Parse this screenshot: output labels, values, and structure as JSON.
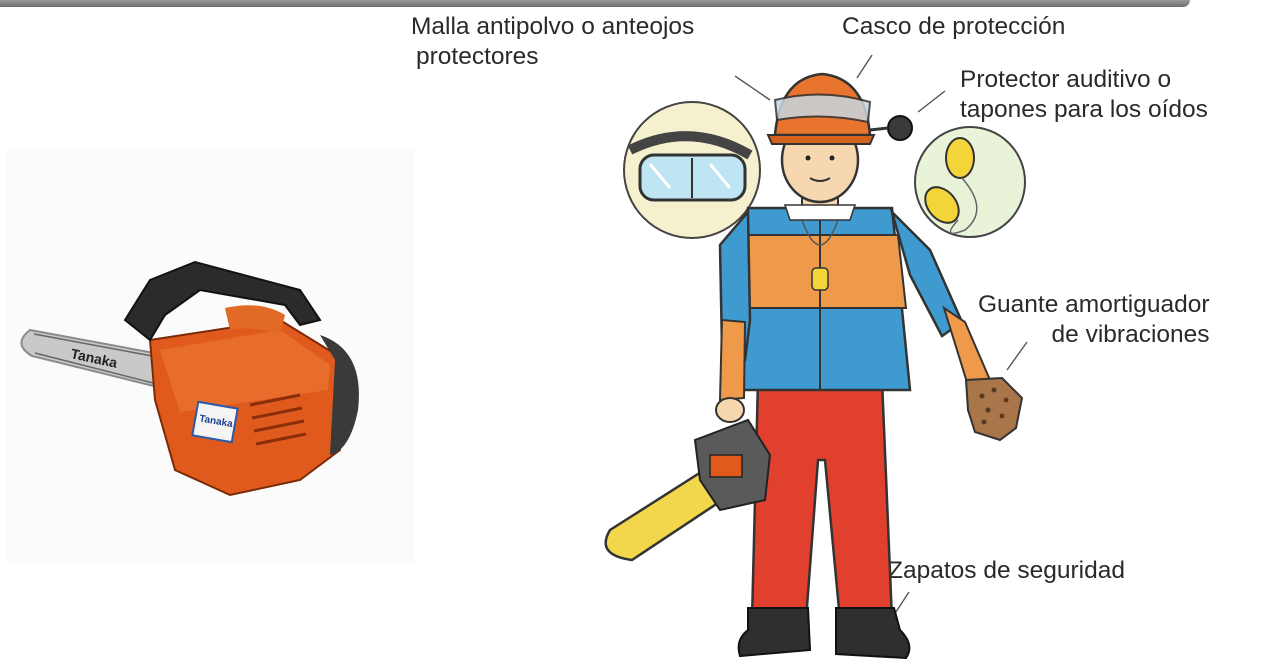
{
  "labels": {
    "goggles": {
      "line1": "Malla antipolvo o anteojos",
      "line2": "protectores"
    },
    "helmet": "Casco de protección",
    "ear": {
      "line1": "Protector auditivo o",
      "line2": "tapones para los oídos"
    },
    "glove": {
      "line1": "Guante amortiguador",
      "line2": "de vibraciones"
    },
    "shoes": "Zapatos de seguridad"
  },
  "chainsaw_photo": {
    "bar_brand": "Tanaka",
    "body_brand": "Tanaka"
  },
  "colors": {
    "top_bar": "#7f7f7f",
    "helmet": "#e8742e",
    "jacket_blue": "#3f9ad0",
    "jacket_orange": "#ef9a4b",
    "pants_red": "#e2402e",
    "chainsaw_orange": "#df5a1c",
    "chain_bar_yellow": "#f2d64b",
    "earplug_yellow": "#f3d439",
    "inset_circle": "#f5f1cf"
  }
}
